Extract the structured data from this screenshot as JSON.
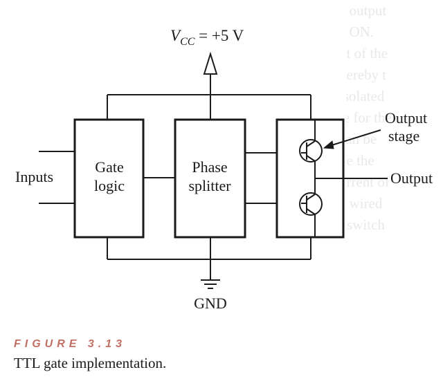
{
  "diagram": {
    "vcc_label": "V",
    "vcc_subscript": "CC",
    "vcc_value": " = +5 V",
    "inputs_label": "Inputs",
    "gate_logic_line1": "Gate",
    "gate_logic_line2": "logic",
    "phase_splitter_line1": "Phase",
    "phase_splitter_line2": "splitter",
    "output_stage_line1": "Output",
    "output_stage_line2": "stage",
    "output_label": "Output",
    "gnd_label": "GND"
  },
  "caption": {
    "figure_label": "FIGURE 3.13",
    "text": "TTL gate implementation."
  }
}
